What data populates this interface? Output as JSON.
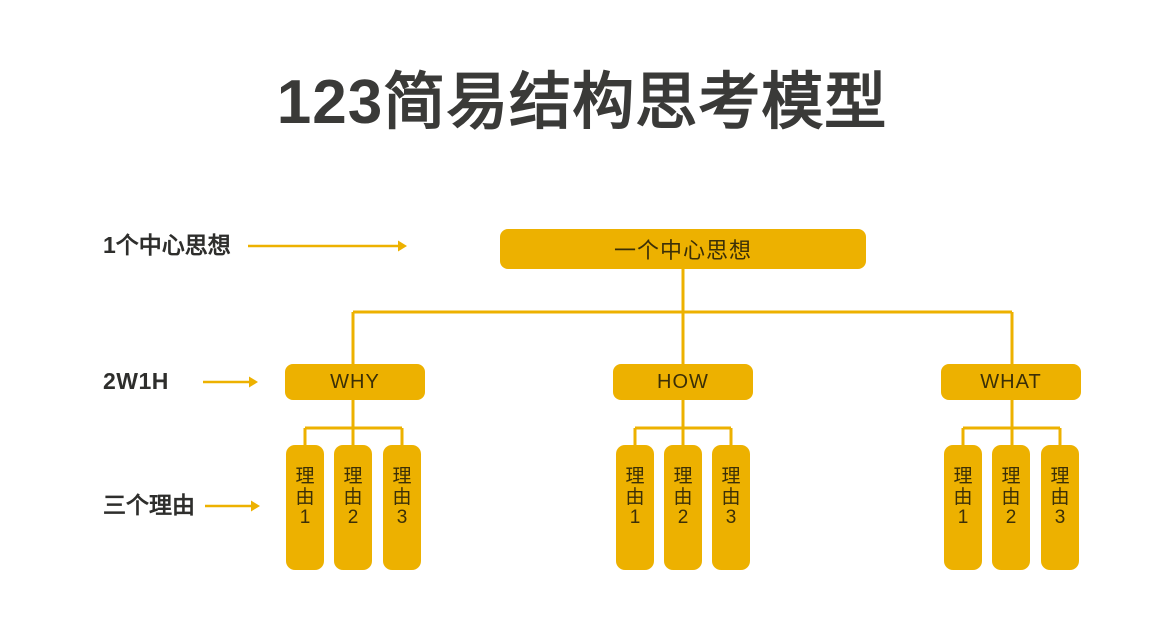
{
  "page": {
    "title": "123简易结构思考模型",
    "background_color": "#ffffff",
    "accent_color": "#EDB100",
    "text_color": "#3a3a38",
    "node_text_color": "#3b2f07"
  },
  "row_labels": [
    {
      "id": "center-idea",
      "text": "1个中心思想",
      "arrow": "long-arrow-right"
    },
    {
      "id": "2w1h",
      "text": "2W1H",
      "arrow": "short-arrow-right"
    },
    {
      "id": "three-reasons",
      "text": "三个理由",
      "arrow": "short-arrow-right"
    }
  ],
  "chart_data": {
    "type": "diagram",
    "diagram_kind": "tree",
    "levels": 3,
    "root": {
      "label": "一个中心思想"
    },
    "branches": [
      {
        "label": "WHY",
        "leaves": [
          {
            "line1": "理",
            "line2": "由",
            "line3": "1"
          },
          {
            "line1": "理",
            "line2": "由",
            "line3": "2"
          },
          {
            "line1": "理",
            "line2": "由",
            "line3": "3"
          }
        ]
      },
      {
        "label": "HOW",
        "leaves": [
          {
            "line1": "理",
            "line2": "由",
            "line3": "1"
          },
          {
            "line1": "理",
            "line2": "由",
            "line3": "2"
          },
          {
            "line1": "理",
            "line2": "由",
            "line3": "3"
          }
        ]
      },
      {
        "label": "WHAT",
        "leaves": [
          {
            "line1": "理",
            "line2": "由",
            "line3": "1"
          },
          {
            "line1": "理",
            "line2": "由",
            "line3": "2"
          },
          {
            "line1": "理",
            "line2": "由",
            "line3": "3"
          }
        ]
      }
    ]
  },
  "nodes": {
    "root_label": "一个中心思想",
    "why_label": "WHY",
    "how_label": "HOW",
    "what_label": "WHAT"
  }
}
